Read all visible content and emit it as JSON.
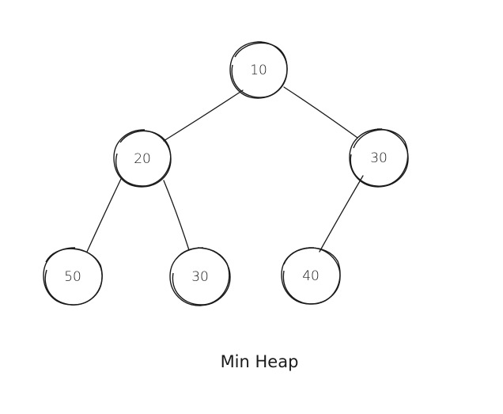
{
  "caption": "Min Heap",
  "colors": {
    "ink": "#1a1a1a",
    "background": "#ffffff"
  },
  "heap": {
    "type": "min-heap",
    "nodes": [
      {
        "id": "n0",
        "value": "10"
      },
      {
        "id": "n1",
        "value": "20"
      },
      {
        "id": "n2",
        "value": "30"
      },
      {
        "id": "n3",
        "value": "50"
      },
      {
        "id": "n4",
        "value": "30"
      },
      {
        "id": "n5",
        "value": "40"
      }
    ],
    "edges": [
      {
        "from": "n0",
        "to": "n1"
      },
      {
        "from": "n0",
        "to": "n2"
      },
      {
        "from": "n1",
        "to": "n3"
      },
      {
        "from": "n1",
        "to": "n4"
      },
      {
        "from": "n2",
        "to": "n5"
      }
    ]
  }
}
